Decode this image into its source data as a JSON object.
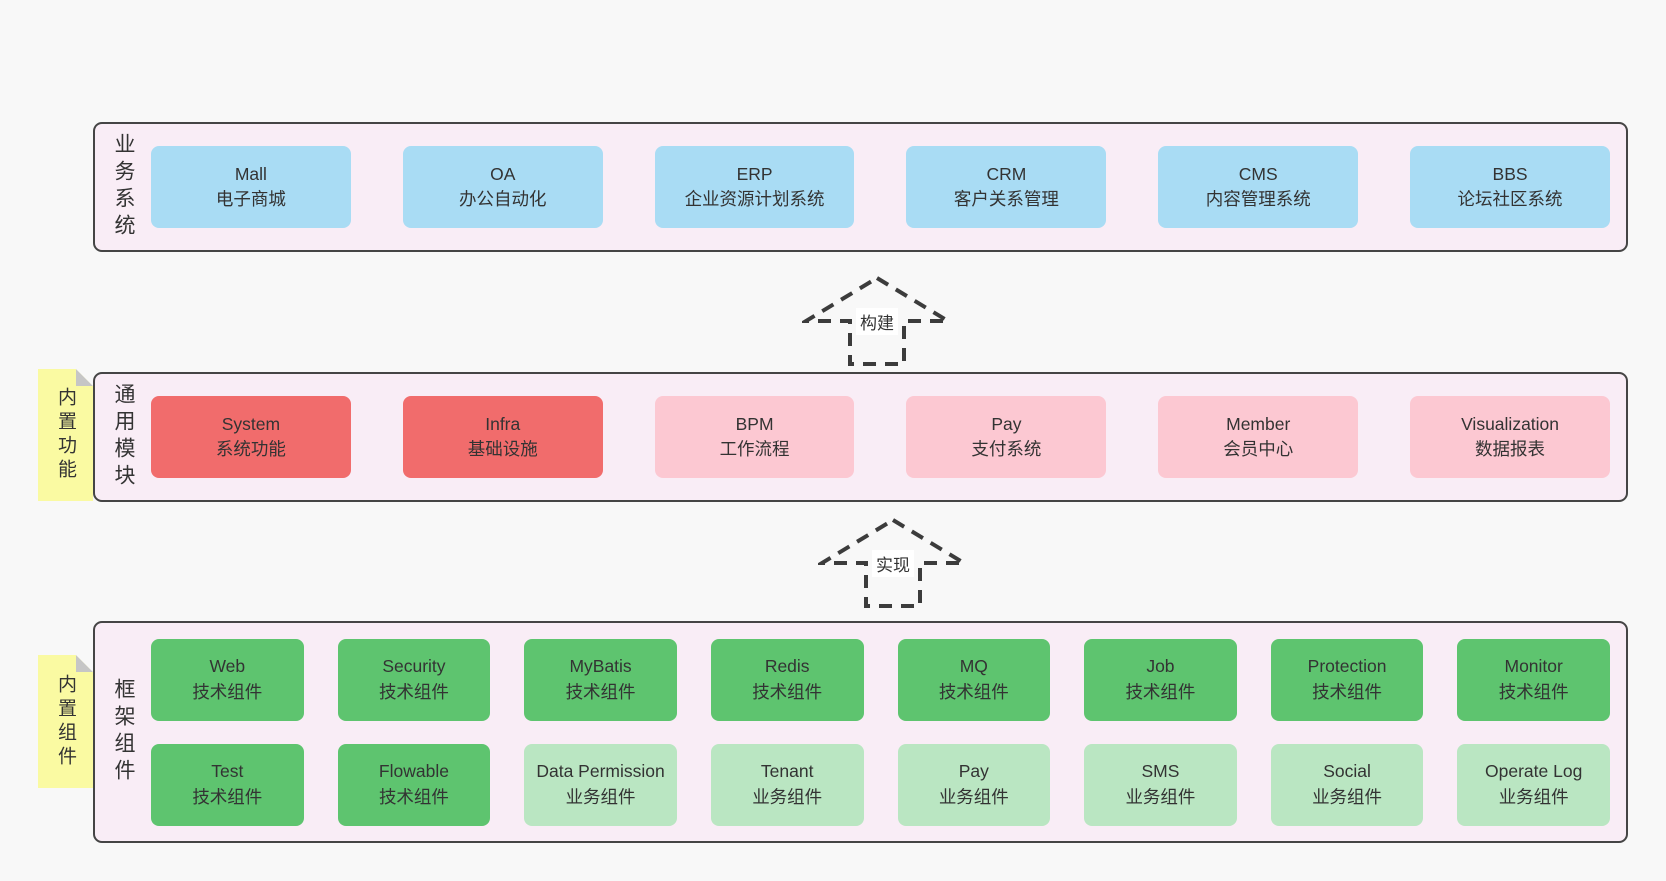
{
  "colors": {
    "page-bg": "#f8f8f8",
    "layer-bg": "#f9edf6",
    "layer-border": "#454545",
    "blue": "#a9dcf4",
    "red": "#f16c6c",
    "pink": "#fcc8d2",
    "green": "#5ec46f",
    "green-light": "#bae6c2",
    "yellow": "#fafaa2",
    "text": "#333333"
  },
  "layers": {
    "business": {
      "label": "业务系统",
      "boxes": [
        {
          "name": "Mall",
          "desc": "电子商城"
        },
        {
          "name": "OA",
          "desc": "办公自动化"
        },
        {
          "name": "ERP",
          "desc": "企业资源计划系统"
        },
        {
          "name": "CRM",
          "desc": "客户关系管理"
        },
        {
          "name": "CMS",
          "desc": "内容管理系统"
        },
        {
          "name": "BBS",
          "desc": "论坛社区系统"
        }
      ]
    },
    "modules": {
      "label": "通用模块",
      "note": "内置功能",
      "boxes": [
        {
          "name": "System",
          "desc": "系统功能"
        },
        {
          "name": "Infra",
          "desc": "基础设施"
        },
        {
          "name": "BPM",
          "desc": "工作流程"
        },
        {
          "name": "Pay",
          "desc": "支付系统"
        },
        {
          "name": "Member",
          "desc": "会员中心"
        },
        {
          "name": "Visualization",
          "desc": "数据报表"
        }
      ]
    },
    "components": {
      "label": "框架组件",
      "note": "内置组件",
      "row1": [
        {
          "name": "Web",
          "desc": "技术组件"
        },
        {
          "name": "Security",
          "desc": "技术组件"
        },
        {
          "name": "MyBatis",
          "desc": "技术组件"
        },
        {
          "name": "Redis",
          "desc": "技术组件"
        },
        {
          "name": "MQ",
          "desc": "技术组件"
        },
        {
          "name": "Job",
          "desc": "技术组件"
        },
        {
          "name": "Protection",
          "desc": "技术组件"
        },
        {
          "name": "Monitor",
          "desc": "技术组件"
        }
      ],
      "row2": [
        {
          "name": "Test",
          "desc": "技术组件"
        },
        {
          "name": "Flowable",
          "desc": "技术组件"
        },
        {
          "name": "Data Permission",
          "desc": "业务组件"
        },
        {
          "name": "Tenant",
          "desc": "业务组件"
        },
        {
          "name": "Pay",
          "desc": "业务组件"
        },
        {
          "name": "SMS",
          "desc": "业务组件"
        },
        {
          "name": "Social",
          "desc": "业务组件"
        },
        {
          "name": "Operate Log",
          "desc": "业务组件"
        }
      ]
    }
  },
  "arrows": {
    "build": {
      "label": "构建"
    },
    "implement": {
      "label": "实现"
    }
  }
}
